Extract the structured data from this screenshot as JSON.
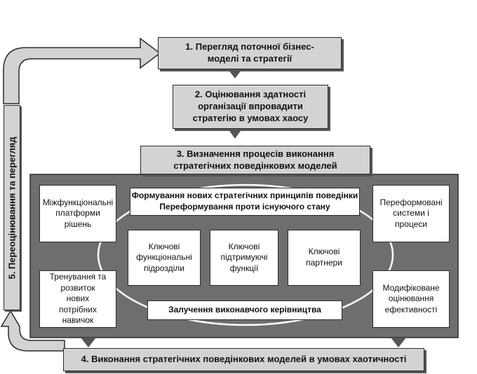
{
  "steps": {
    "s1": "1. Перегляд поточної бізнес-моделі та стратегії",
    "s2": "2. Оцінювання здатності організації впровадити стратегію в умовах хаосу",
    "s3": "3. Визначення процесів виконання стратегічних поведінкових моделей",
    "s4": "4. Виконання стратегічних поведінкових моделей в умовах хаотичності",
    "s5": "5. Переоцінювання та перегляд"
  },
  "center": {
    "principles_line1": "Формування нових стратегічних принципів поведінки",
    "principles_line2": "Переформування проти існуючого стану",
    "leadership": "Залучення виконавчого керівництва"
  },
  "corners": {
    "top_left": "Міжфункціональні платформи рішень",
    "top_right": "Переформовані системи і процеси",
    "bottom_left": "Тренування та розвиток нових потрібних навичок",
    "bottom_right": "Модифіковане оцінювання ефективності"
  },
  "inner": {
    "units": "Ключові функціональні підрозділи",
    "functions": "Ключові підтримуючі функції",
    "partners": "Ключові партнери"
  },
  "colors": {
    "step_fill": "#d3d3d3",
    "panel_fill": "#6e6e6e",
    "outline": "#2b2b2b"
  }
}
